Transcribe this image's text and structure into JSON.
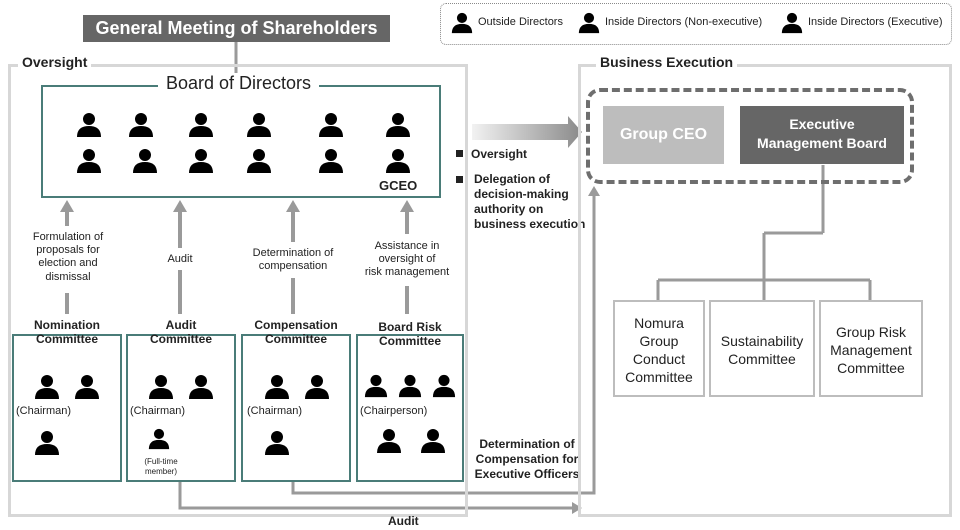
{
  "header": {
    "shareholders": "General Meeting of Shareholders"
  },
  "legend": {
    "outside": "Outside Directors",
    "inside_non_exec": "Inside Directors (Non-executive)",
    "inside_exec": "Inside Directors (Executive)"
  },
  "oversight": {
    "title": "Oversight",
    "board_title": "Board of Directors",
    "gceo": "GCEO",
    "row1": [
      "outside",
      "outside",
      "outside",
      "outside",
      "outside",
      "outside"
    ],
    "row2": [
      "outside",
      "outside",
      "inside_non_exec",
      "inside_non_exec",
      "inside_exec",
      "inside_exec"
    ],
    "flows": [
      {
        "line1": "Formulation of",
        "line2": "proposals for",
        "line3": "election and",
        "line4": "dismissal"
      },
      {
        "line1": "Audit"
      },
      {
        "line1": "Determination of",
        "line2": "compensation"
      },
      {
        "line1": "Assistance in",
        "line2": "oversight of",
        "line3": "risk management"
      }
    ],
    "committees": [
      {
        "line1": "Nomination",
        "line2": "Committee",
        "chair": "(Chairman)"
      },
      {
        "line1": "Audit",
        "line2": "Committee",
        "chair": "(Chairman)",
        "note_line1": "(Full-time",
        "note_line2": "member)"
      },
      {
        "line1": "Compensation",
        "line2": "Committee",
        "chair": "(Chairman)"
      },
      {
        "line1": "Board  Risk",
        "line2": "Committee",
        "chair": "(Chairperson)"
      }
    ]
  },
  "middle": {
    "bullet1": "Oversight",
    "bullet2_l1": "Delegation of",
    "bullet2_l2": "decision-making",
    "bullet2_l3": "authority on",
    "bullet2_l4": "business execution",
    "comp_l1": "Determination of",
    "comp_l2": "Compensation for",
    "comp_l3": "Executive Officers",
    "audit": "Audit"
  },
  "execution": {
    "title": "Business Execution",
    "group_ceo": "Group CEO",
    "emb_l1": "Executive",
    "emb_l2": "Management Board",
    "committees": [
      {
        "line1": "Nomura",
        "line2": "Group",
        "line3": "Conduct",
        "line4": "Committee"
      },
      {
        "line1": "Sustainability",
        "line2": "Committee"
      },
      {
        "line1": "Group Risk",
        "line2": "Management",
        "line3": "Committee"
      }
    ]
  },
  "colors": {
    "outside": "#c8102e",
    "inside_exec": "#aeaea4",
    "inside_non_exec": "#a9a9a9",
    "frame": "#d0d0d0",
    "teal": "#4a7c78",
    "dark_header": "#666666",
    "connector": "#9a9a9a"
  }
}
